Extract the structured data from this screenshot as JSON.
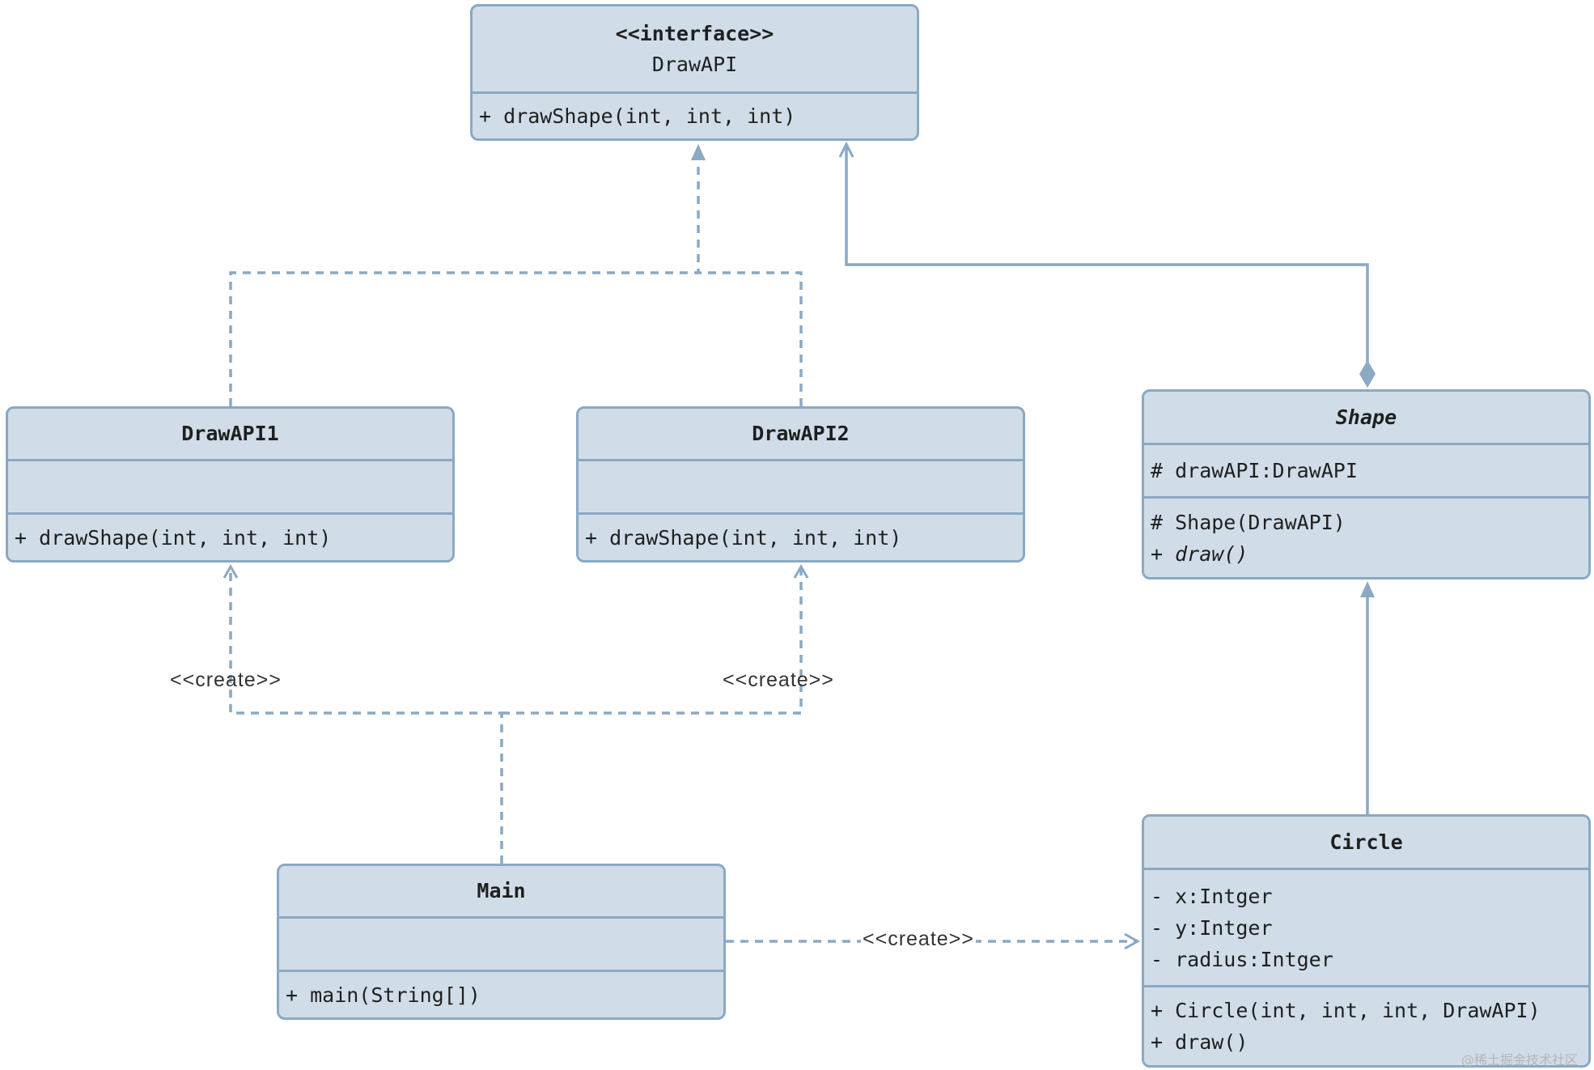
{
  "colors": {
    "box_fill": "#d0dde8",
    "box_border": "#8aa9c3",
    "line": "#8aa9c3",
    "text": "#1f1f1f"
  },
  "classes": {
    "drawapi": {
      "stereotype": "<<interface>>",
      "name": "DrawAPI",
      "methods": [
        "+ drawShape(int, int, int)"
      ]
    },
    "drawapi1": {
      "name": "DrawAPI1",
      "methods": [
        "+ drawShape(int, int, int)"
      ]
    },
    "drawapi2": {
      "name": "DrawAPI2",
      "methods": [
        "+ drawShape(int, int, int)"
      ]
    },
    "shape": {
      "name": "Shape",
      "attributes": [
        "# drawAPI:DrawAPI"
      ],
      "method_1": "# Shape(DrawAPI)",
      "method_2_prefix": "+ ",
      "method_2_name": "draw()"
    },
    "main": {
      "name": "Main",
      "methods": [
        "+ main(String[])"
      ]
    },
    "circle": {
      "name": "Circle",
      "attributes": [
        "- x:Intger",
        "- y:Intger",
        "- radius:Intger"
      ],
      "methods": [
        "+ Circle(int, int, int, DrawAPI)",
        "+ draw()"
      ]
    }
  },
  "relations": {
    "main_drawapi1": "<<create>>",
    "main_drawapi2": "<<create>>",
    "main_circle": "<<create>>"
  },
  "watermark": "@稀土掘金技术社区"
}
